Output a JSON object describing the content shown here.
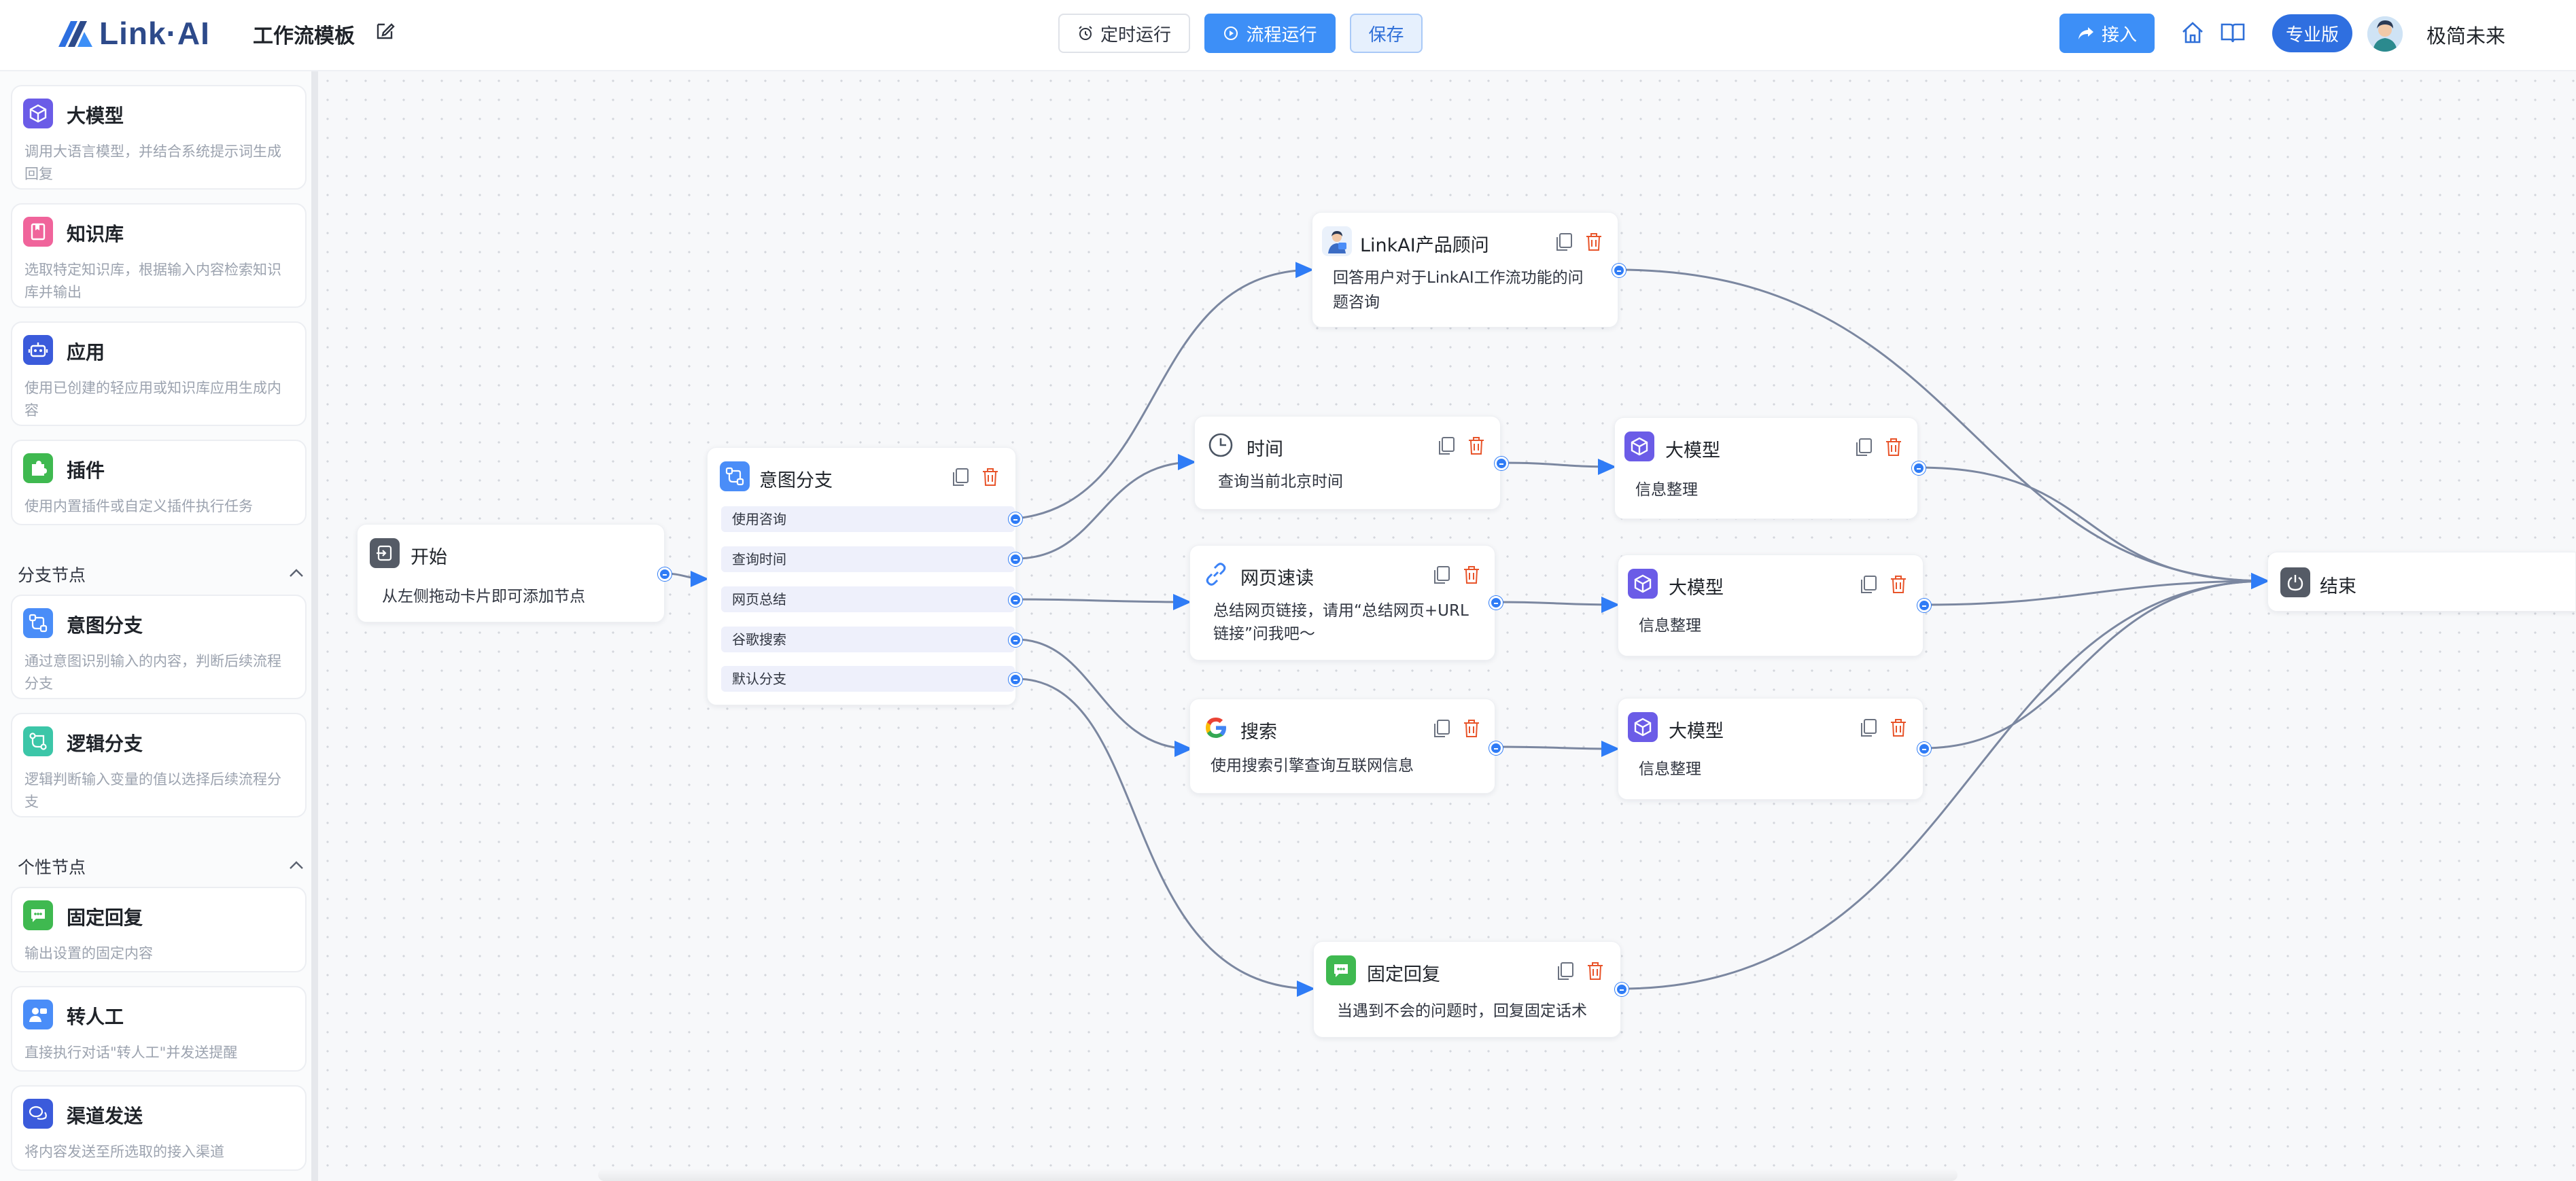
{
  "header": {
    "logo_text": "Link·AI",
    "title": "工作流模板",
    "btn_timer": "定时运行",
    "btn_run": "流程运行",
    "btn_save": "保存",
    "btn_access": "接入",
    "pro_badge": "专业版",
    "user_name": "极简未来"
  },
  "sidebar": {
    "items": [
      {
        "title": "大模型",
        "desc": "调用大语言模型，并结合系统提示词生成回复",
        "icon": "cube-icon",
        "color": "#6b5ce7"
      },
      {
        "title": "知识库",
        "desc": "选取特定知识库，根据输入内容检索知识库并输出",
        "icon": "book-icon",
        "color": "#f0649b"
      },
      {
        "title": "应用",
        "desc": "使用已创建的轻应用或知识库应用生成内容",
        "icon": "robot-icon",
        "color": "#3b5bdb"
      },
      {
        "title": "插件",
        "desc": "使用内置插件或自定义插件执行任务",
        "icon": "puzzle-icon",
        "color": "#3fb950"
      }
    ],
    "section_branch": "分支节点",
    "branch_items": [
      {
        "title": "意图分支",
        "desc": "通过意图识别输入的内容，判断后续流程分支",
        "icon": "branch-icon",
        "color": "#4a8df8"
      },
      {
        "title": "逻辑分支",
        "desc": "逻辑判断输入变量的值以选择后续流程分支",
        "icon": "logic-branch-icon",
        "color": "#3cc6a8"
      }
    ],
    "section_custom": "个性节点",
    "custom_items": [
      {
        "title": "固定回复",
        "desc": "输出设置的固定内容",
        "icon": "message-icon",
        "color": "#3fb950"
      },
      {
        "title": "转人工",
        "desc": "直接执行对话\"转人工\"并发送提醒",
        "icon": "agent-icon",
        "color": "#4a8df8"
      },
      {
        "title": "渠道发送",
        "desc": "将内容发送至所选取的接入渠道",
        "icon": "chat-bubble-icon",
        "color": "#3b5bdb"
      }
    ]
  },
  "canvas": {
    "start": {
      "title": "开始",
      "desc": "从左侧拖动卡片即可添加节点"
    },
    "intent": {
      "title": "意图分支",
      "branches": [
        "使用咨询",
        "查询时间",
        "网页总结",
        "谷歌搜索",
        "默认分支"
      ]
    },
    "advisor": {
      "title": "LinkAI产品顾问",
      "desc_lines": [
        "回答用户对于LinkAI工作流功能的问",
        "题咨询"
      ]
    },
    "time": {
      "title": "时间",
      "desc": "查询当前北京时间"
    },
    "web": {
      "title": "网页速读",
      "desc_lines": [
        "总结网页链接，请用“总结网页+URL",
        "链接”问我吧～"
      ]
    },
    "search": {
      "title": "搜索",
      "desc": "使用搜索引擎查询互联网信息"
    },
    "fixed": {
      "title": "固定回复",
      "desc": "当遇到不会的问题时，回复固定话术"
    },
    "llm1": {
      "title": "大模型",
      "desc": "信息整理"
    },
    "llm2": {
      "title": "大模型",
      "desc": "信息整理"
    },
    "llm3": {
      "title": "大模型",
      "desc": "信息整理"
    },
    "end": {
      "title": "结束"
    }
  },
  "colors": {
    "accent": "#3d8ff7",
    "port": "#2f7cf6",
    "edge": "#7b87a0",
    "delete": "#e8542a"
  }
}
